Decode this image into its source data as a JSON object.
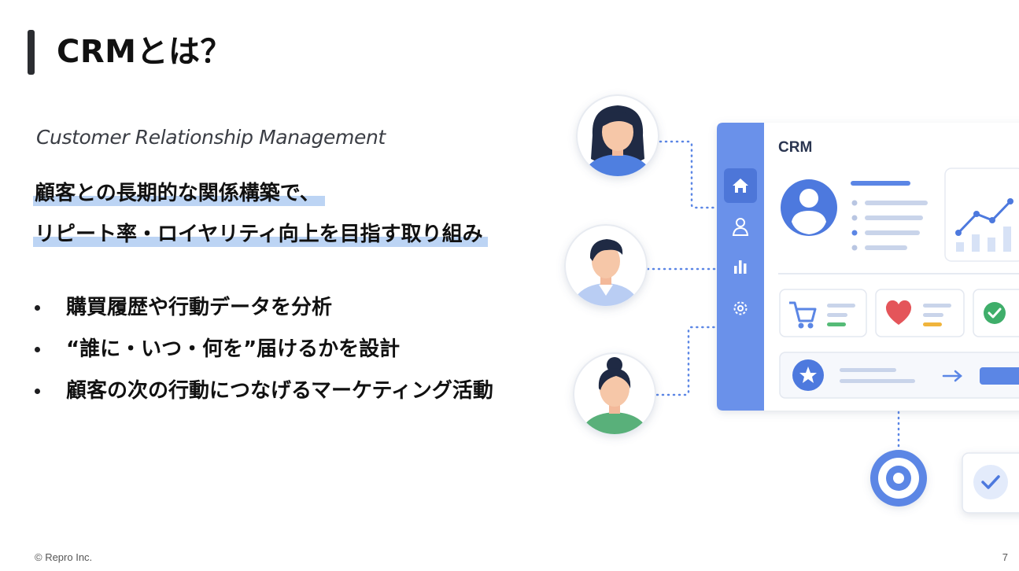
{
  "slide": {
    "title": "CRMとは？",
    "subtitle": "Customer Relationship Management",
    "lead_lines": [
      "顧客との長期的な関係構築で、",
      "リピート率・ロイヤリティ向上を目指す取り組み"
    ],
    "bullets": [
      "購買履歴や行動データを分析",
      "“誰に・いつ・何を”届けるかを設計",
      "顧客の次の行動につなげるマーケティング活動"
    ],
    "footer": "© Repro Inc.",
    "page_number": "7"
  },
  "illustration": {
    "dashboard_title": "CRM",
    "sidebar_icons": [
      "home-icon",
      "user-icon",
      "bar-chart-icon",
      "gear-icon"
    ],
    "card_icons": [
      "cart-icon",
      "heart-icon",
      "check-icon"
    ],
    "colors": {
      "accent": "#5b86e5",
      "sidebar": "#6a91ea",
      "heart": "#e4555a",
      "check": "#3fae6a",
      "card_bar_green": "#55bb77",
      "card_bar_orange": "#f0b43c"
    }
  }
}
